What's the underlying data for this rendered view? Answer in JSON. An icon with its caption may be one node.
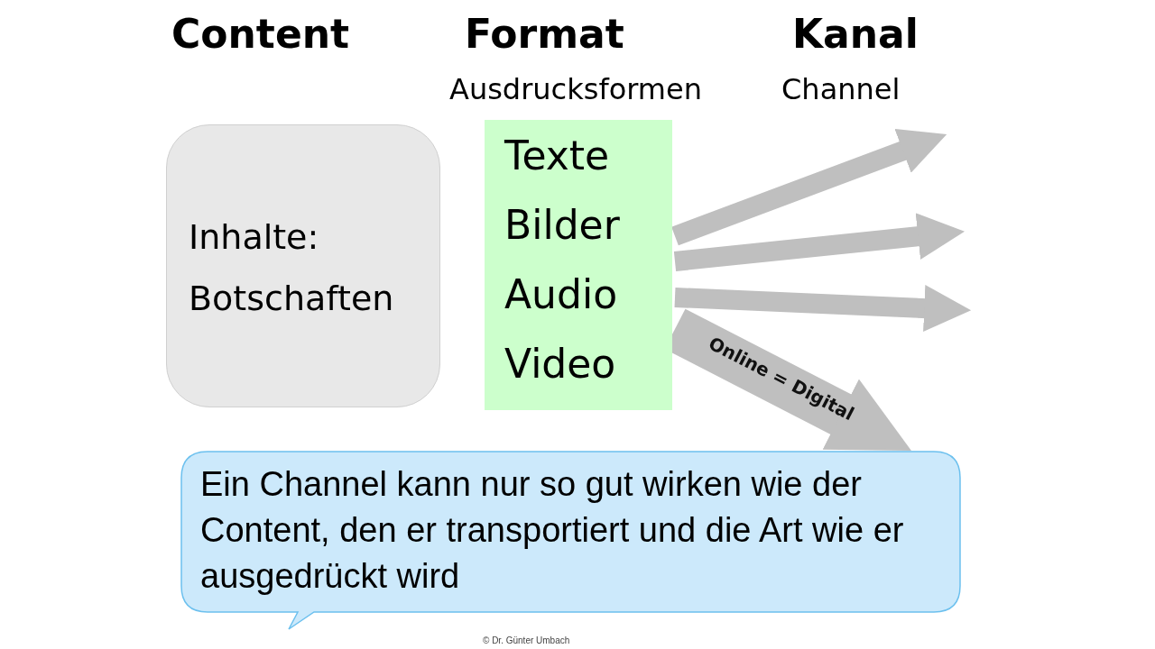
{
  "diagram": {
    "nodes": [
      {
        "text": [
          "Inhalte: Botschaften"
        ]
      },
      {
        "text": [
          "Texte",
          "Bilder",
          "Audio",
          "Video"
        ]
      },
      {
        "text": [
          "Ein Channel kann nur so gut wirken wie der Content, den er transportiert und die Art wie er ausgedrückt wird"
        ]
      }
    ],
    "edges": [
      {
        "from": 1,
        "to": null,
        "arrow": "to"
      },
      {
        "from": 1,
        "to": null,
        "arrow": "to"
      },
      {
        "from": 1,
        "to": null,
        "arrow": "to"
      },
      {
        "from": 1,
        "to": 2,
        "arrow": "to",
        "label": "Online = Digital",
        "style": "thick"
      }
    ],
    "labels": [
      "Content",
      "Format",
      "Kanal",
      "Ausdrucksformen",
      "Channel",
      "© Dr. Günter Umbach"
    ]
  }
}
